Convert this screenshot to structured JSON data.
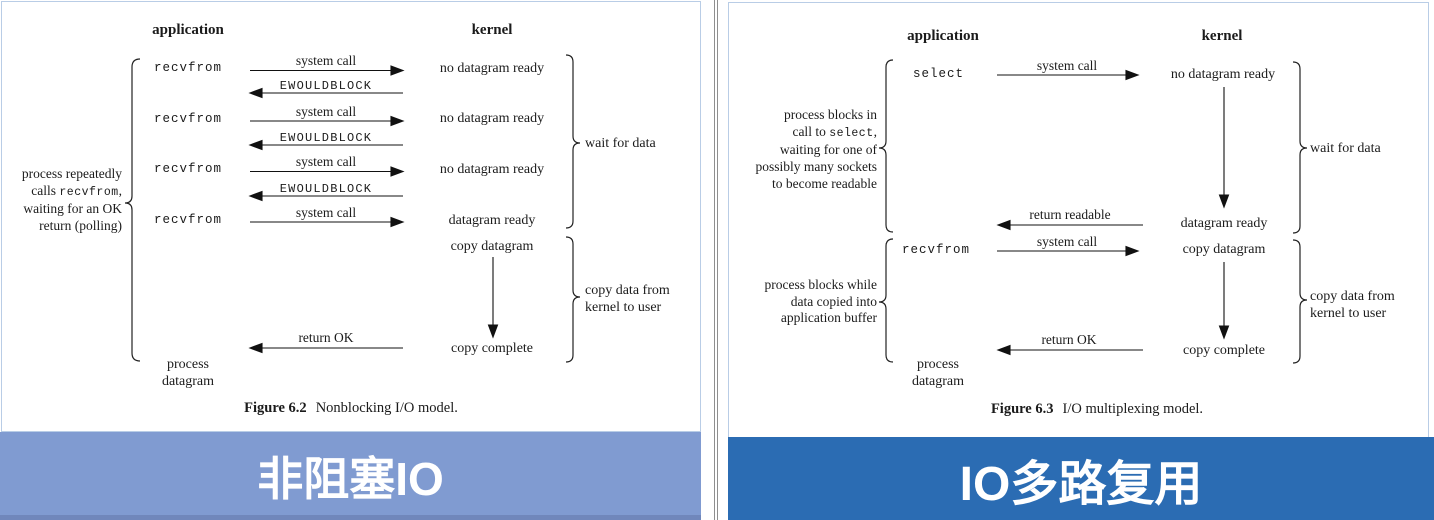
{
  "banners": {
    "left": {
      "label": "非阻塞IO",
      "bg": "#809BD1"
    },
    "right": {
      "label": "IO多路复用",
      "bg": "#2B6CB3"
    }
  },
  "left_diagram": {
    "col_application": "application",
    "col_kernel": "kernel",
    "call_label": "recvfrom",
    "system_call": "system call",
    "ewouldblock": "EWOULDBLOCK",
    "no_datagram_ready": "no datagram ready",
    "datagram_ready": "datagram ready",
    "copy_datagram": "copy datagram",
    "copy_complete": "copy complete",
    "return_ok": "return OK",
    "wait_for_data": "wait for data",
    "copy_note_line1": "copy data from",
    "copy_note_line2": "kernel to user",
    "side_note": {
      "l1": "process repeatedly",
      "l2_pre": "calls ",
      "l2_code": "recvfrom",
      "l2_post": ",",
      "l3": "waiting for an OK",
      "l4": "return (polling)"
    },
    "process_line1": "process",
    "process_line2": "datagram",
    "caption_fig": "Figure 6.2",
    "caption_text": "Nonblocking I/O model."
  },
  "right_diagram": {
    "col_application": "application",
    "col_kernel": "kernel",
    "select_label": "select",
    "recvfrom_label": "recvfrom",
    "system_call": "system call",
    "return_readable": "return readable",
    "no_datagram_ready": "no datagram ready",
    "datagram_ready": "datagram ready",
    "copy_datagram": "copy datagram",
    "copy_complete": "copy complete",
    "return_ok": "return OK",
    "wait_for_data": "wait for data",
    "copy_note_line1": "copy data from",
    "copy_note_line2": "kernel to user",
    "side_note1": {
      "l1": "process blocks in",
      "l2_pre": "call to ",
      "l2_code": "select",
      "l2_post": ",",
      "l3": "waiting for one of",
      "l4": "possibly many sockets",
      "l5": "to become readable"
    },
    "side_note2": {
      "l1": "process blocks while",
      "l2": "data copied into",
      "l3": "application buffer"
    },
    "process_line1": "process",
    "process_line2": "datagram",
    "caption_fig": "Figure 6.3",
    "caption_text": "I/O multiplexing model."
  }
}
